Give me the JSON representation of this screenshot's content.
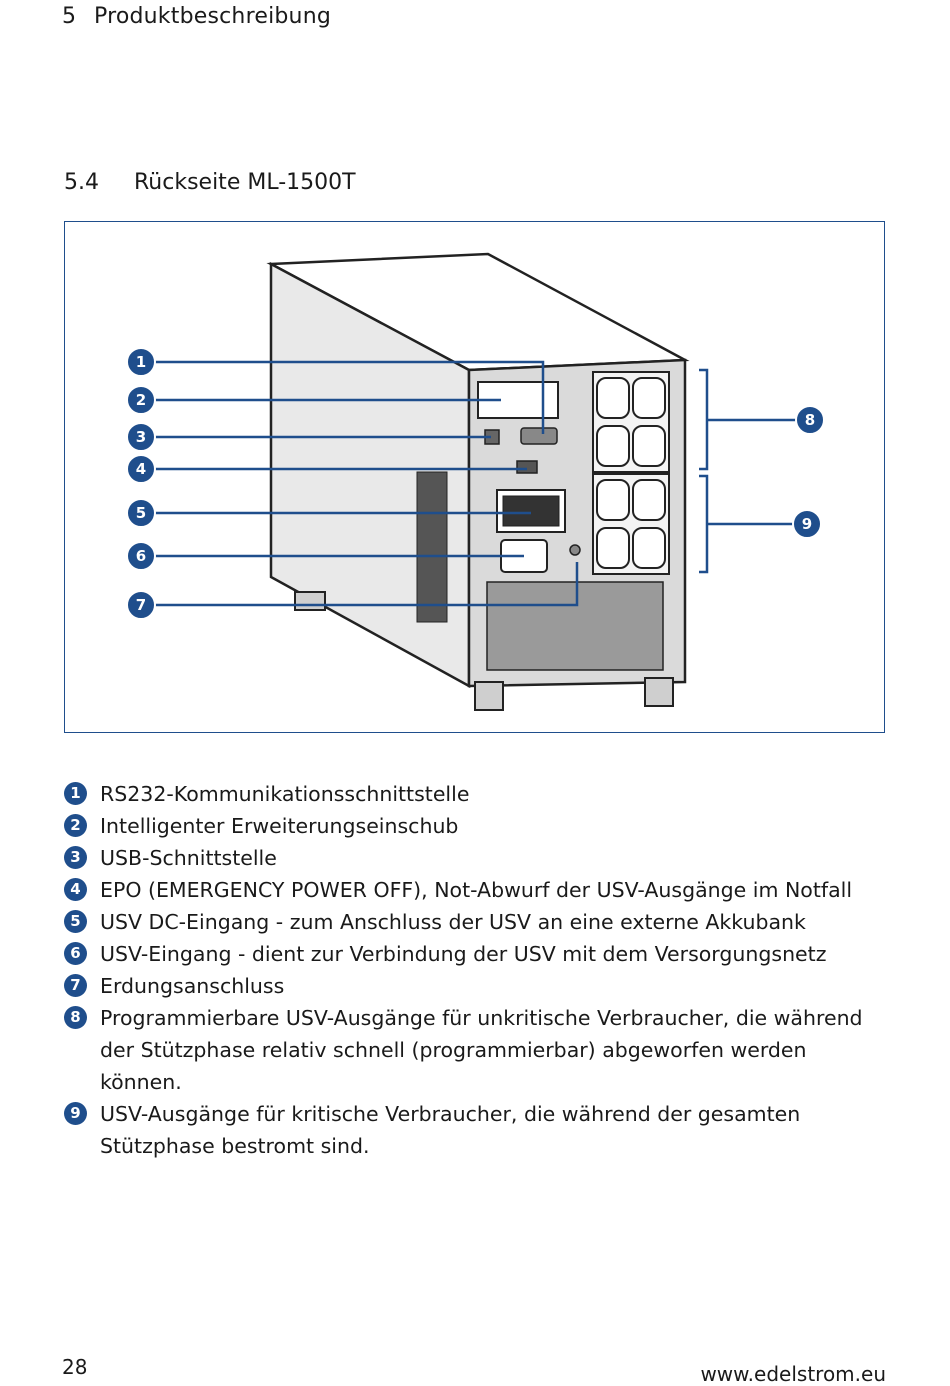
{
  "header": {
    "chapter_number": "5",
    "chapter_title": "Produktbeschreibung"
  },
  "section": {
    "number": "5.4",
    "title": "Rückseite ML-1500T"
  },
  "figure": {
    "accent_color": "#1f4e8c",
    "callouts": [
      "1",
      "2",
      "3",
      "4",
      "5",
      "6",
      "7",
      "8",
      "9"
    ]
  },
  "legend": [
    {
      "marker": "1",
      "text": "RS232-Kommunikationsschnittstelle"
    },
    {
      "marker": "2",
      "text": "Intelligenter Erweiterungseinschub"
    },
    {
      "marker": "3",
      "text": "USB-Schnittstelle"
    },
    {
      "marker": "4",
      "text": "EPO (EMERGENCY POWER OFF), Not-Abwurf der USV-Ausgänge im Notfall"
    },
    {
      "marker": "5",
      "text": "USV DC-Eingang - zum Anschluss der USV an eine externe Akkubank"
    },
    {
      "marker": "6",
      "text": "USV-Eingang - dient zur Verbindung der USV mit dem Versorgungsnetz"
    },
    {
      "marker": "7",
      "text": "Erdungsanschluss"
    },
    {
      "marker": "8",
      "text": "Programmierbare USV-Ausgänge für unkritische Verbraucher, die während der Stützphase relativ schnell (programmierbar) abgeworfen werden können."
    },
    {
      "marker": "9",
      "text": "USV-Ausgänge für kritische Verbraucher, die während der gesamten Stützphase bestromt sind."
    }
  ],
  "footer": {
    "page_number": "28",
    "url": "www.edelstrom.eu"
  }
}
